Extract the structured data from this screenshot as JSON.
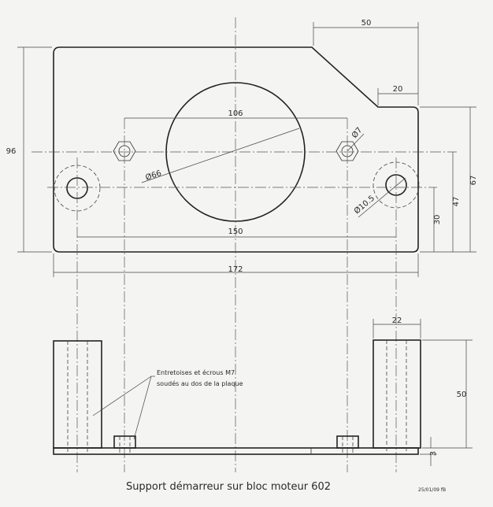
{
  "title": "Support démarreur sur bloc moteur 602",
  "date_stamp": "25/01/09 fB",
  "note": {
    "line1": "Entretoises et écrous M7",
    "line2": "soudés au dos de la plaque"
  },
  "dimensions": {
    "top_width_50": "50",
    "step_20": "20",
    "holes_106": "106",
    "nut_d7": "Ø7",
    "circle_d66": "Ø66",
    "height_96": "96",
    "height_67": "67",
    "height_47": "47",
    "height_30": "30",
    "hole_d105": "Ø10.5",
    "holes_150": "150",
    "width_172": "172",
    "spacer_22": "22",
    "spacer_h50": "50",
    "plate_3": "3"
  },
  "colors": {
    "paper": "#f4f4f3",
    "ink": "#222222"
  }
}
